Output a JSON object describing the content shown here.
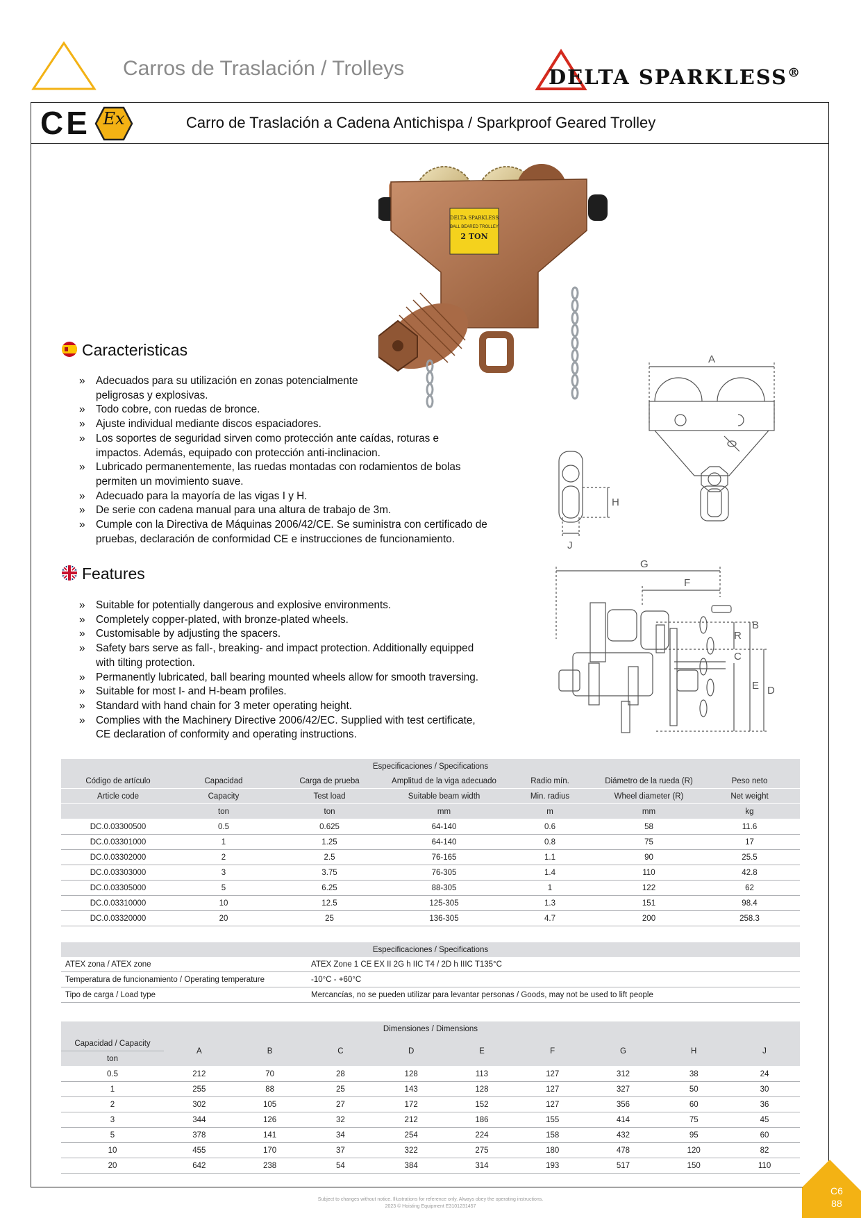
{
  "header": {
    "title": "Carros de Traslación / Trolleys",
    "brand": "DELTA SPARKLESS",
    "brand_mark": "®"
  },
  "cert": {
    "ce": "CE",
    "ex": "Ex"
  },
  "doc_title": "Carro de Traslación a Cadena Antichispa / Sparkproof Geared Trolley",
  "product": {
    "label_brand": "DELTA SPARKLESS",
    "label_line": "BALL BEARED TROLLEY",
    "label_capacity": "2 TON"
  },
  "caracteristicas": {
    "heading": "Caracteristicas",
    "items": [
      "Adecuados para su utilización en zonas potencialmente peligrosas y explosivas.",
      "Todo cobre, con ruedas de bronce.",
      "Ajuste individual mediante discos espaciadores.",
      "Los soportes de seguridad sirven como protección ante caídas, roturas e impactos. Además, equipado con protección anti-inclinacion.",
      "Lubricado permanentemente, las ruedas montadas con rodamientos de bolas permiten un movimiento suave.",
      "Adecuado para la mayoría de las vigas I y H.",
      "De serie con cadena manual para una altura de trabajo de 3m.",
      "Cumple con la Directiva de Máquinas 2006/42/CE. Se suministra con certificado de pruebas, declaración de conformidad CE e instrucciones de funcionamiento."
    ]
  },
  "features": {
    "heading": "Features",
    "items": [
      "Suitable for potentially dangerous and explosive environments.",
      "Completely copper-plated, with bronze-plated wheels.",
      "Customisable by adjusting the spacers.",
      "Safety bars serve as fall-, breaking- and impact protection. Additionally equipped with tilting protection.",
      "Permanently lubricated, ball bearing mounted wheels allow for smooth traversing.",
      "Suitable for most I- and H-beam profiles.",
      "Standard with hand chain for 3 meter operating height.",
      "Complies with the Machinery Directive 2006/42/EC. Supplied with test certificate, CE declaration of conformity and operating instructions."
    ]
  },
  "diagram_labels": {
    "A": "A",
    "B": "B",
    "C": "C",
    "D": "D",
    "E": "E",
    "F": "F",
    "G": "G",
    "H": "H",
    "J": "J",
    "R": "R"
  },
  "specs": {
    "caption": "Especificaciones / Specifications",
    "headers_es": [
      "Código de artículo",
      "Capacidad",
      "Carga de prueba",
      "Amplitud de la viga adecuado",
      "Radio mín.",
      "Diámetro de la rueda (R)",
      "Peso neto"
    ],
    "headers_en": [
      "Article code",
      "Capacity",
      "Test load",
      "Suitable beam width",
      "Min. radius",
      "Wheel diameter (R)",
      "Net weight"
    ],
    "units": [
      "",
      "ton",
      "ton",
      "mm",
      "m",
      "mm",
      "kg"
    ],
    "rows": [
      [
        "DC.0.03300500",
        "0.5",
        "0.625",
        "64-140",
        "0.6",
        "58",
        "11.6"
      ],
      [
        "DC.0.03301000",
        "1",
        "1.25",
        "64-140",
        "0.8",
        "75",
        "17"
      ],
      [
        "DC.0.03302000",
        "2",
        "2.5",
        "76-165",
        "1.1",
        "90",
        "25.5"
      ],
      [
        "DC.0.03303000",
        "3",
        "3.75",
        "76-305",
        "1.4",
        "110",
        "42.8"
      ],
      [
        "DC.0.03305000",
        "5",
        "6.25",
        "88-305",
        "1",
        "122",
        "62"
      ],
      [
        "DC.0.03310000",
        "10",
        "12.5",
        "125-305",
        "1.3",
        "151",
        "98.4"
      ],
      [
        "DC.0.03320000",
        "20",
        "25",
        "136-305",
        "4.7",
        "200",
        "258.3"
      ]
    ]
  },
  "atex": {
    "caption": "Especificaciones / Specifications",
    "rows": [
      [
        "ATEX zona / ATEX zone",
        "ATEX Zone 1 CE EX II 2G h IIC T4 / 2D h IIIC T135°C"
      ],
      [
        "Temperatura de funcionamiento / Operating temperature",
        "-10°C  -  +60°C"
      ],
      [
        "Tipo de carga / Load type",
        "Mercancías, no se pueden utilizar para levantar personas / Goods, may not be used to lift people"
      ]
    ]
  },
  "dims": {
    "caption": "Dimensiones / Dimensions",
    "capacity_label": "Capacidad / Capacity",
    "capacity_unit": "ton",
    "columns": [
      "A",
      "B",
      "C",
      "D",
      "E",
      "F",
      "G",
      "H",
      "J"
    ],
    "rows": [
      [
        "0.5",
        "212",
        "70",
        "28",
        "128",
        "113",
        "127",
        "312",
        "38",
        "24"
      ],
      [
        "1",
        "255",
        "88",
        "25",
        "143",
        "128",
        "127",
        "327",
        "50",
        "30"
      ],
      [
        "2",
        "302",
        "105",
        "27",
        "172",
        "152",
        "127",
        "356",
        "60",
        "36"
      ],
      [
        "3",
        "344",
        "126",
        "32",
        "212",
        "186",
        "155",
        "414",
        "75",
        "45"
      ],
      [
        "5",
        "378",
        "141",
        "34",
        "254",
        "224",
        "158",
        "432",
        "95",
        "60"
      ],
      [
        "10",
        "455",
        "170",
        "37",
        "322",
        "275",
        "180",
        "478",
        "120",
        "82"
      ],
      [
        "20",
        "642",
        "238",
        "54",
        "384",
        "314",
        "193",
        "517",
        "150",
        "110"
      ]
    ]
  },
  "footer": {
    "line1": "Subject to changes without notice. Illustrations for reference only. Always obey the operating instructions.",
    "line2": "2023 © Hoisting Equipment  E3101231457"
  },
  "page": {
    "section": "C6",
    "number": "88"
  },
  "colors": {
    "accent": "#f3b214",
    "brand_red": "#d42a1e",
    "table_header": "#dcdde0",
    "copper": "#b57450"
  }
}
